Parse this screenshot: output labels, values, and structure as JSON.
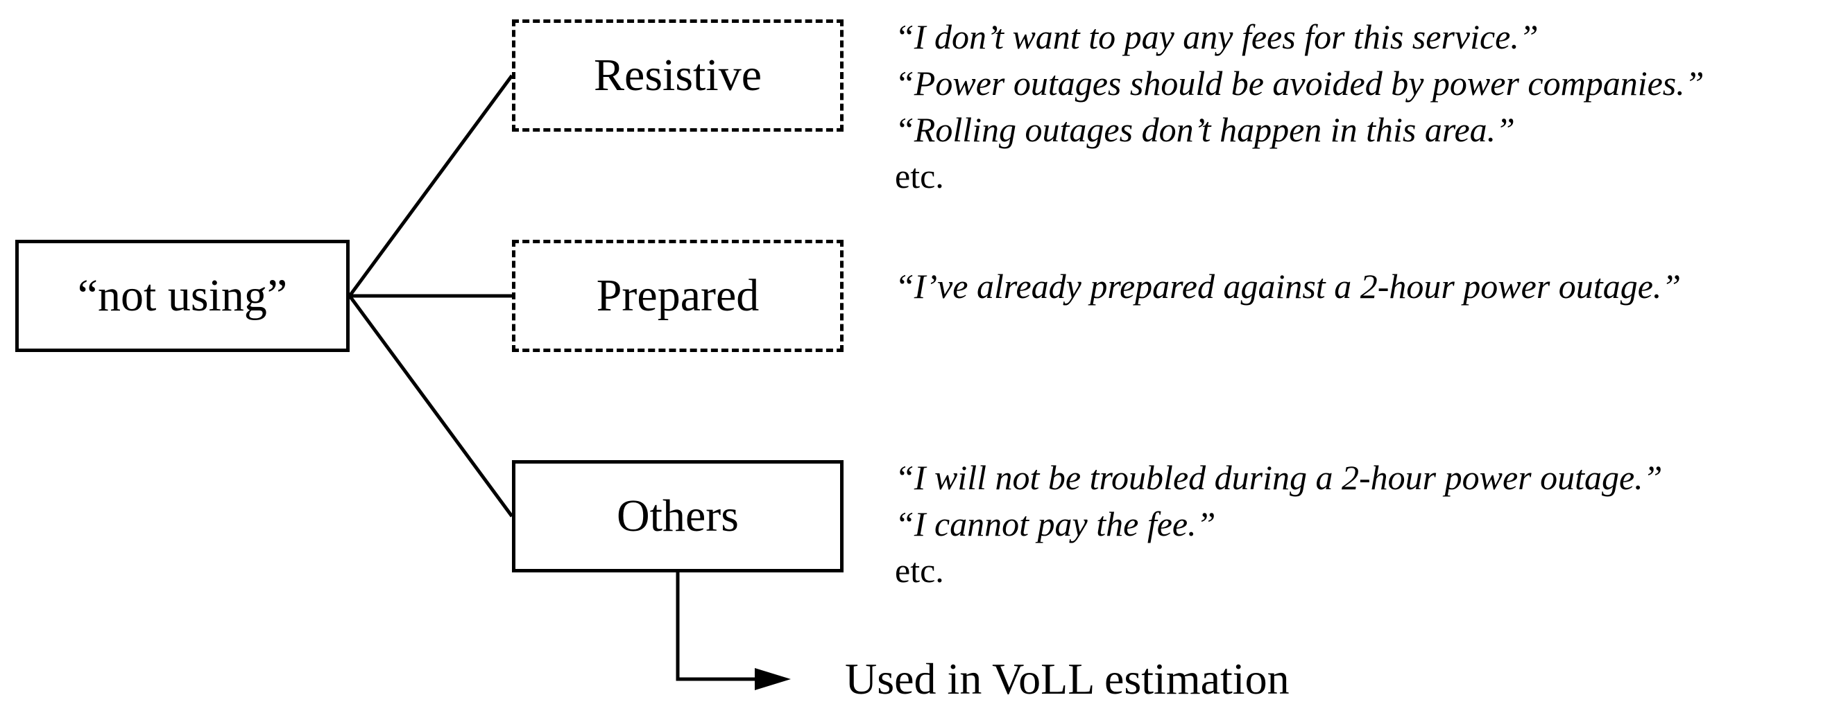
{
  "diagram": {
    "root": {
      "label": "“not using”"
    },
    "branches": [
      {
        "label": "Resistive",
        "border": "dashed",
        "quotes": [
          "“I don’t want to pay any fees for this service.”",
          "“Power outages should be avoided by power companies.”",
          "“Rolling outages don’t happen in this area.”"
        ],
        "suffix": "etc."
      },
      {
        "label": "Prepared",
        "border": "dashed",
        "quotes": [
          "“I’ve already prepared against a 2-hour power outage.”"
        ],
        "suffix": ""
      },
      {
        "label": "Others",
        "border": "solid",
        "quotes": [
          "“I will not be troubled during a 2-hour power outage.”",
          "“I cannot pay the fee.”"
        ],
        "suffix": "etc."
      }
    ],
    "outcome": {
      "label": "Used in VoLL estimation"
    }
  },
  "colors": {
    "line": "#000000",
    "text": "#000000",
    "background": "#ffffff"
  }
}
